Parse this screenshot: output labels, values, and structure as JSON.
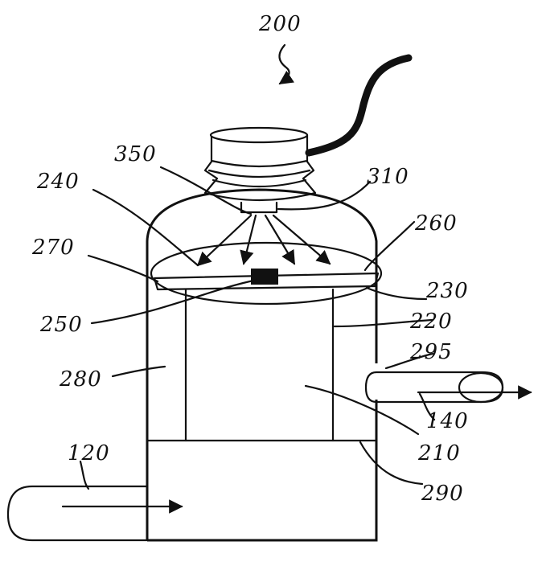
{
  "diagram": {
    "labels": {
      "device": "200",
      "pipe_in": "120",
      "pipe_out": "140",
      "inner_tube": "210",
      "inner_wall": "220",
      "plate": "230",
      "plate_left_edge": "240",
      "center_block": "250",
      "plate_right_edge": "260",
      "plate_left_tip": "270",
      "annular_space": "280",
      "lower_chamber": "290",
      "outlet_port": "295",
      "nozzle": "310",
      "spray": "350"
    }
  }
}
